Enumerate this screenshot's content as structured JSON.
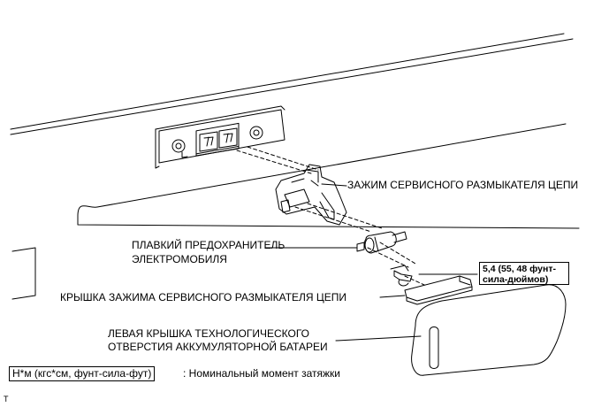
{
  "labels": {
    "clamp": "ЗАЖИМ СЕРВИСНОГО РАЗМЫКАТЕЛЯ ЦЕПИ",
    "fuse_line1": "ПЛАВКИЙ ПРЕДОХРАНИТЕЛЬ",
    "fuse_line2": "ЭЛЕКТРОМОБИЛЯ",
    "clamp_cover": "КРЫШКА ЗАЖИМА СЕРВИСНОГО РАЗМЫКАТЕЛЯ ЦЕПИ",
    "battery_cover_line1": "ЛЕВАЯ КРЫШКА ТЕХНОЛОГИЧЕСКОГО",
    "battery_cover_line2": "ОТВЕРСТИЯ АККУМУЛЯТОРНОЙ БАТАРЕИ"
  },
  "torque": {
    "line1": "5,4 (55, 48 фунт-",
    "line2": "сила-дюймов)"
  },
  "legend": {
    "unit": "Н*м (кгс*см, фунт-сила-фут)",
    "description": ": Номинальный момент затяжки"
  },
  "figure_code": "T"
}
